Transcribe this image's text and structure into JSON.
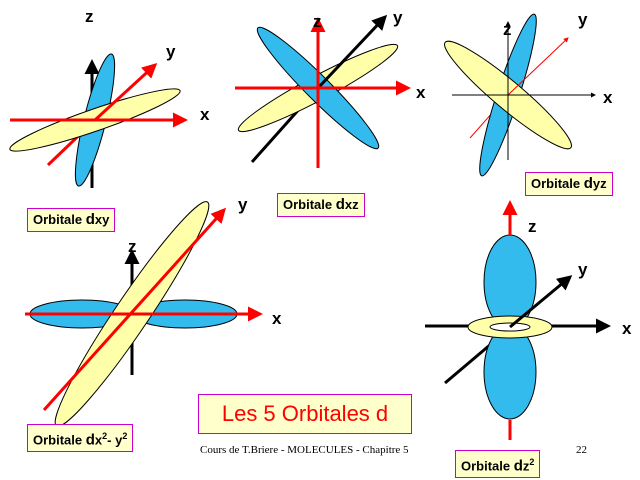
{
  "colors": {
    "lobe_blue": "#33bbee",
    "lobe_yellow": "#ffffaa",
    "axis_red": "#ff0000",
    "axis_black": "#000000",
    "label_bg": "#ffffcc",
    "label_border": "#cc00cc",
    "title_text": "#ff0000"
  },
  "axis_labels": {
    "x": "x",
    "y": "y",
    "z": "z"
  },
  "orbitals": [
    {
      "prefix": "Orbitale ",
      "name": "d",
      "sub": "xy",
      "sup1": "",
      "mid": "",
      "sup2": ""
    },
    {
      "prefix": "Orbitale ",
      "name": "d",
      "sub": "xz",
      "sup1": "",
      "mid": "",
      "sup2": ""
    },
    {
      "prefix": "Orbitale ",
      "name": "d",
      "sub": "yz",
      "sup1": "",
      "mid": "",
      "sup2": ""
    },
    {
      "prefix": "Orbitale ",
      "name": "d",
      "sub": "x",
      "sup1": "2",
      "mid": "- y",
      "sup2": "2"
    },
    {
      "prefix": "Orbitale ",
      "name": "d",
      "sub": "z",
      "sup1": "2",
      "mid": "",
      "sup2": ""
    }
  ],
  "title": "Les 5 Orbitales d",
  "footer": "Cours de T.Briere - MOLECULES - Chapitre 5",
  "page_number": "22"
}
